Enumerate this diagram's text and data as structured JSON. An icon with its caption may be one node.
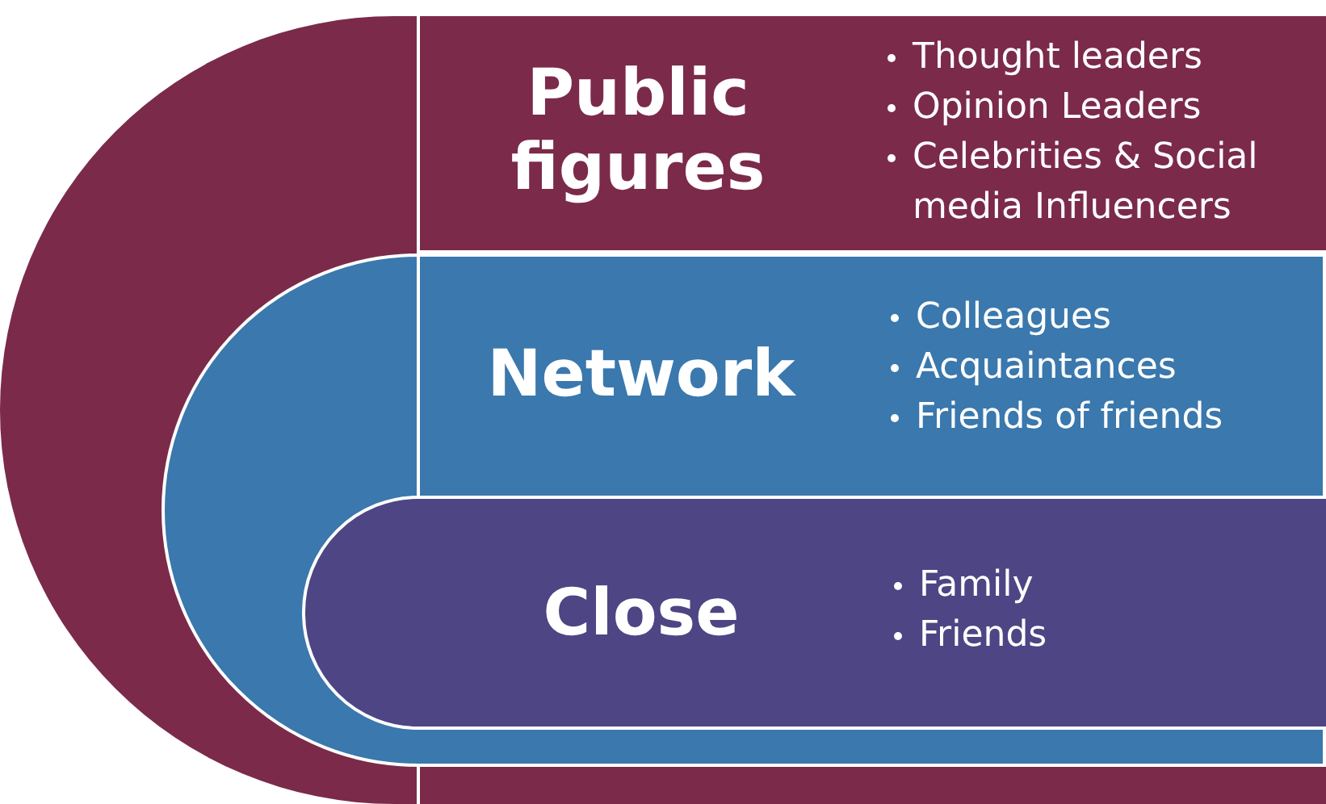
{
  "diagram": {
    "nodes": [
      {
        "text": [
          "Public figures",
          "Thought leaders",
          "Opinion Leaders",
          "Celebrities & Social media Influencers"
        ]
      },
      {
        "text": [
          "Network",
          "Colleagues",
          "Acquaintances",
          "Friends of friends"
        ],
        "in": 0
      },
      {
        "text": [
          "Close",
          "Family",
          "Friends"
        ],
        "in": 1
      }
    ]
  }
}
